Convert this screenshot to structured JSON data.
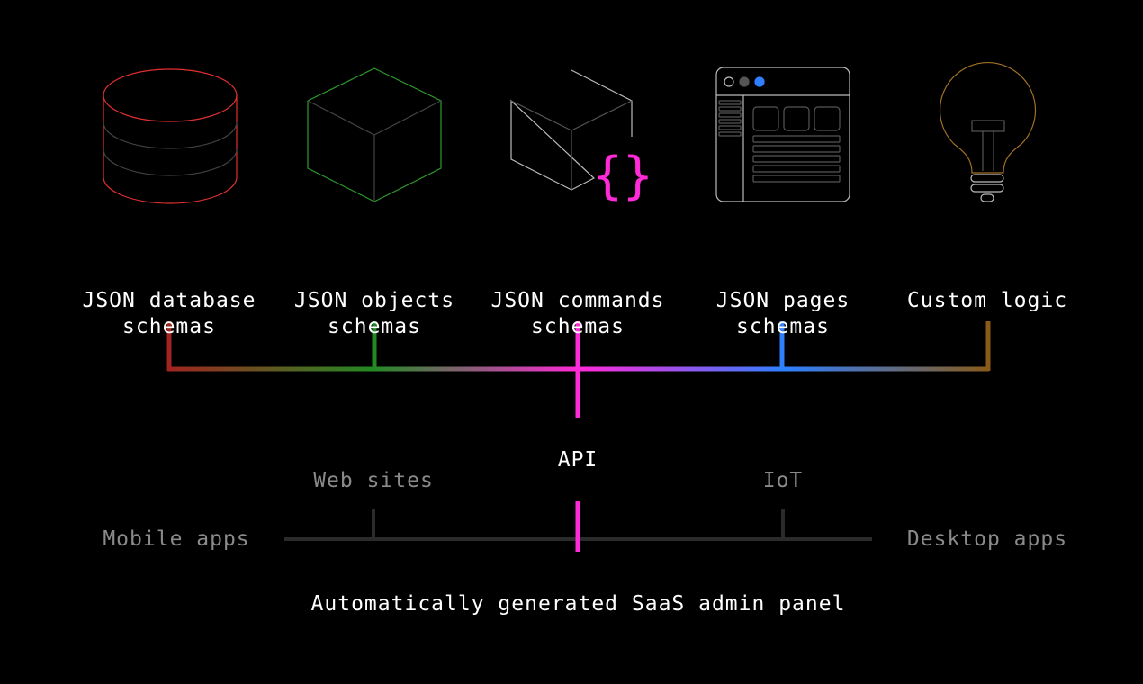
{
  "sources": [
    {
      "line1": "JSON database",
      "line2": "schemas",
      "icon": "database-icon",
      "color": "#e03030"
    },
    {
      "line1": "JSON objects",
      "line2": "schemas",
      "icon": "cube-icon",
      "color": "#2e9a2e"
    },
    {
      "line1": "JSON commands",
      "line2": "schemas",
      "icon": "cube-braces-icon",
      "color": "#ff2ad8"
    },
    {
      "line1": "JSON pages",
      "line2": "schemas",
      "icon": "browser-window-icon",
      "color": "#2f7fff"
    },
    {
      "line1": "Custom logic",
      "line2": "",
      "icon": "lightbulb-icon",
      "color": "#a07025"
    }
  ],
  "api_label": "API",
  "clients": {
    "mobile": "Mobile apps",
    "web": "Web sites",
    "iot": "IoT",
    "desktop": "Desktop apps"
  },
  "footer": "Automatically generated SaaS admin panel",
  "colors": {
    "database": "#e03030",
    "objects": "#2e9a2e",
    "commands": "#ff2ad8",
    "pages": "#2f7fff",
    "logic": "#a07025",
    "neutral": "#8a8a8a"
  }
}
